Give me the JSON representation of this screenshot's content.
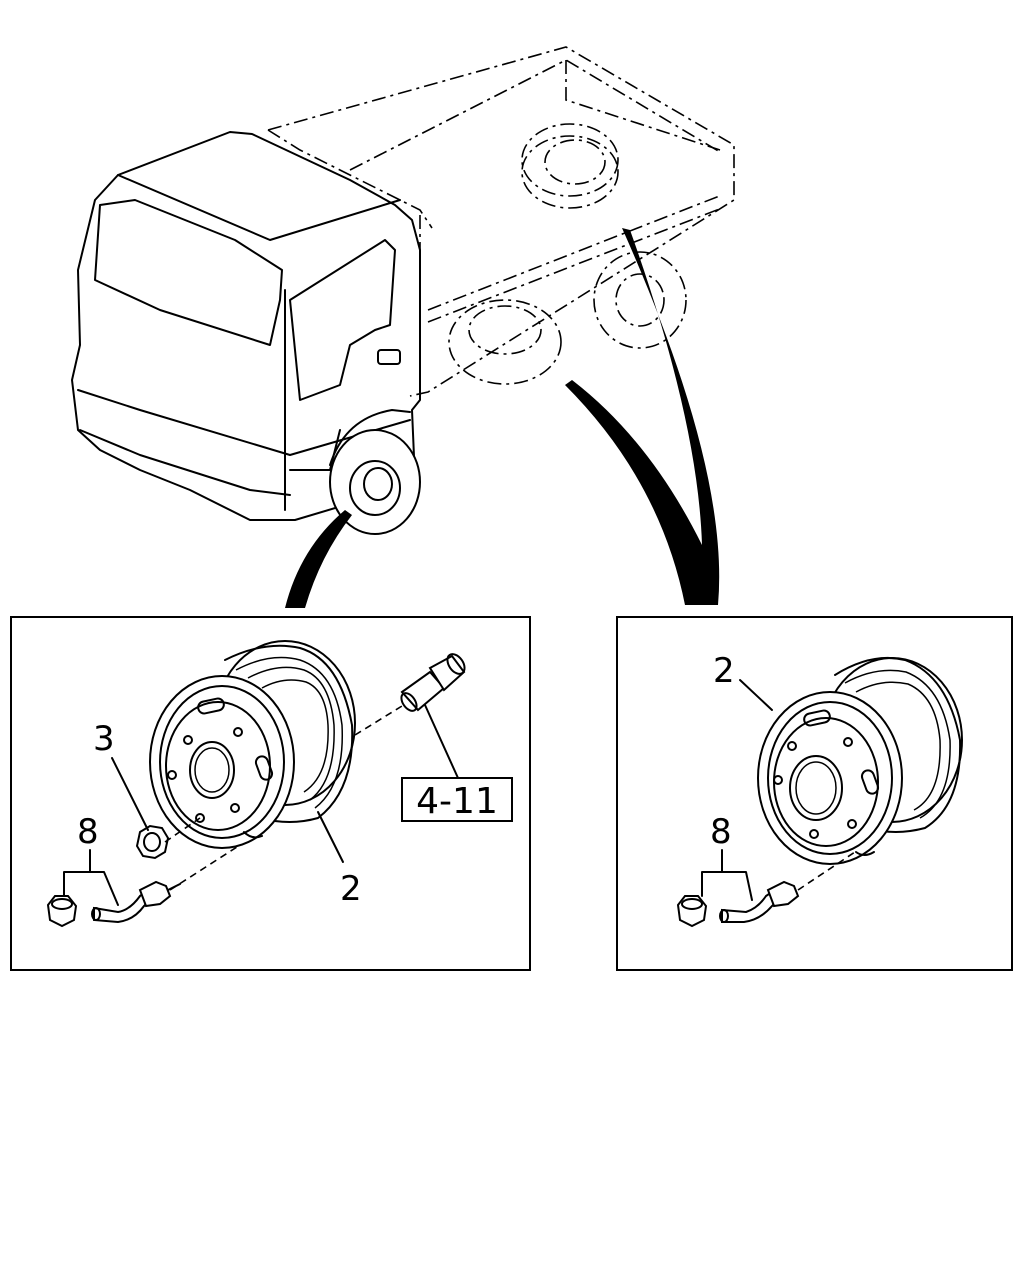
{
  "left_panel": {
    "labels": {
      "rim": "2",
      "nut": "3",
      "valve": "8"
    },
    "reference": "4-11"
  },
  "right_panel": {
    "labels": {
      "rim": "2",
      "valve": "8"
    }
  }
}
